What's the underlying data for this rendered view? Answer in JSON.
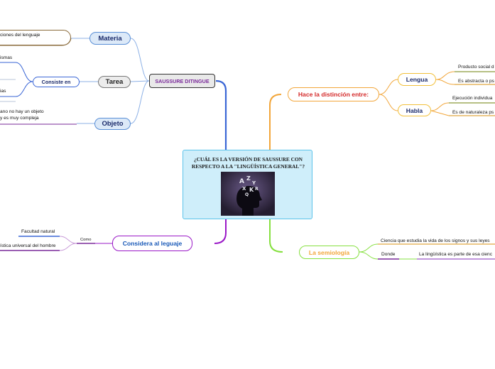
{
  "central": {
    "title": "¿CUÁL ES LA VERSIÓN DE SAUSSURE CON RESPECTO A LA \"LINGÜÍSTICA GENERAL\"?",
    "image_icon": "head-with-letters-icon"
  },
  "left_branch": {
    "main": "SAUSSURE DITINGUE",
    "materia": {
      "label": "Materia",
      "note": "ciones  del lenguaje"
    },
    "tarea": {
      "label": "Tarea",
      "consiste": "Consiste en",
      "items": [
        "ismas",
        "ias"
      ]
    },
    "objeto": {
      "label": "Objeto",
      "note_line1": "ano no hay un objeto",
      "note_line2": "y es muy compleja"
    }
  },
  "right_branch": {
    "main": "Hace la distinción entre:",
    "lengua": {
      "label": "Lengua",
      "item1": "Producto social d",
      "item2": "Es abstracta o ps"
    },
    "habla": {
      "label": "Habla",
      "item1": "Ejecución individua",
      "item2": "Es de naturaleza ps"
    }
  },
  "bottom_left": {
    "main": "Considera al leguaje",
    "como": "Como",
    "item1": "Facultad natural",
    "item2": "ística universal  del hombre"
  },
  "bottom_right": {
    "main": "La semiología",
    "item1": "Ciencia que estudia la vida de los signos y sus leyes",
    "donde": "Donde",
    "item2": "La lingüística es parte de esa cienc"
  },
  "colors": {
    "blue_branch": "#3a66d6",
    "orange_branch": "#f2a63a",
    "green_branch": "#86e040",
    "purple_branch": "#9a18c7",
    "red_text": "#d42a2a",
    "central_fill": "#cfeefa"
  }
}
